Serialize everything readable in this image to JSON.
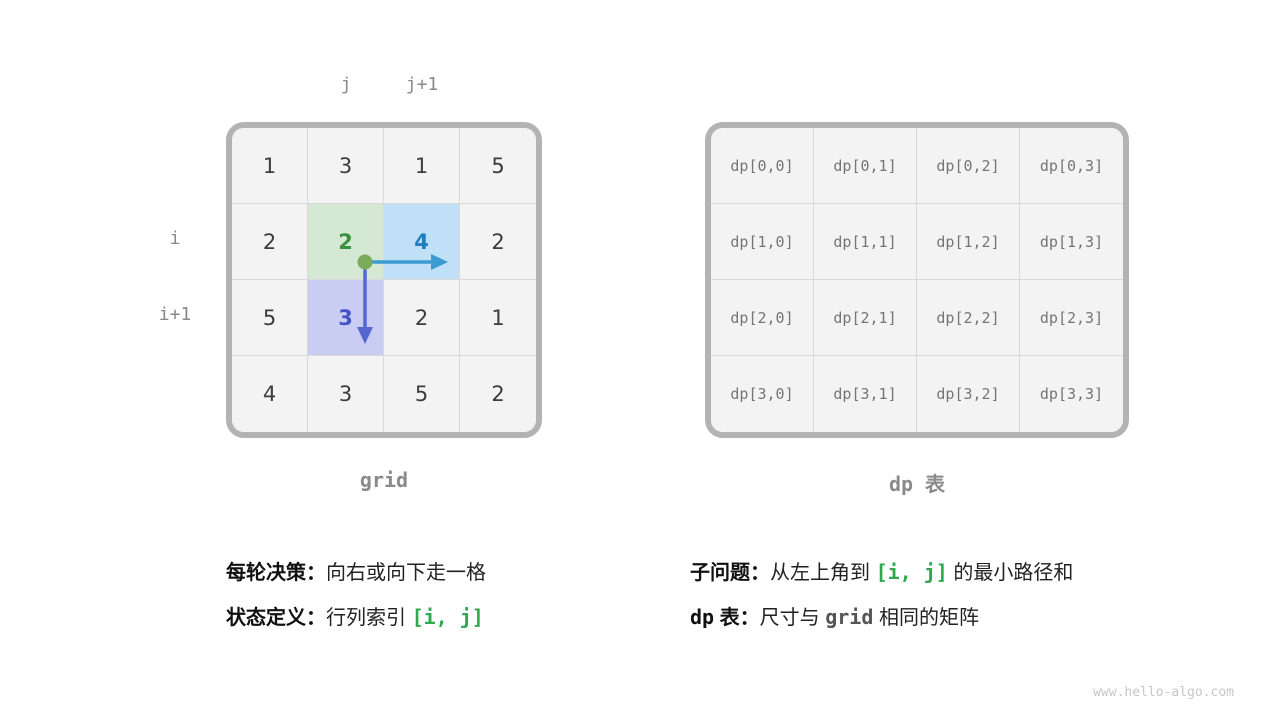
{
  "page": {
    "watermark": "www.hello-algo.com"
  },
  "colors": {
    "panel-border": "#b3b3b3",
    "cell-bg": "#f2f3f2",
    "cell-line": "#d9d9d9",
    "current-bg": "#d5e8d4",
    "current-fg": "#37913f",
    "right-bg": "#bfe0f6",
    "right-fg": "#1f7ec0",
    "down-bg": "#c9cdf4",
    "down-fg": "#4453c6",
    "dot": "#7cab5e",
    "arrow-right": "#3d9bd3",
    "arrow-down": "#5668d0",
    "code-green": "#2fa84f"
  },
  "grid_panel": {
    "caption": "grid",
    "labels": {
      "j": "j",
      "j_plus_1": "j+1",
      "i": "i",
      "i_plus_1": "i+1"
    },
    "cells": [
      [
        1,
        3,
        1,
        5
      ],
      [
        2,
        2,
        4,
        2
      ],
      [
        5,
        3,
        2,
        1
      ],
      [
        4,
        3,
        5,
        2
      ]
    ],
    "highlights": [
      {
        "row": 1,
        "col": 1,
        "role": "current"
      },
      {
        "row": 1,
        "col": 2,
        "role": "right"
      },
      {
        "row": 2,
        "col": 1,
        "role": "down"
      }
    ]
  },
  "dp_panel": {
    "caption": "dp 表",
    "cells": [
      [
        "dp[0,0]",
        "dp[0,1]",
        "dp[0,2]",
        "dp[0,3]"
      ],
      [
        "dp[1,0]",
        "dp[1,1]",
        "dp[1,2]",
        "dp[1,3]"
      ],
      [
        "dp[2,0]",
        "dp[2,1]",
        "dp[2,2]",
        "dp[2,3]"
      ],
      [
        "dp[3,0]",
        "dp[3,1]",
        "dp[3,2]",
        "dp[3,3]"
      ]
    ]
  },
  "notes": {
    "left_line1": {
      "label": "每轮决策：",
      "text": "向右或向下走一格"
    },
    "left_line2": {
      "label": "状态定义：",
      "text": "行列索引 ",
      "code": "[i, j]"
    },
    "right_line1": {
      "label": "子问题：",
      "text_before": "从左上角到 ",
      "code": "[i, j]",
      "text_after": " 的最小路径和"
    },
    "right_line2": {
      "label_code": "dp",
      "label": " 表：",
      "text_before": "尺寸与 ",
      "code": "grid",
      "text_after": " 相同的矩阵"
    }
  }
}
